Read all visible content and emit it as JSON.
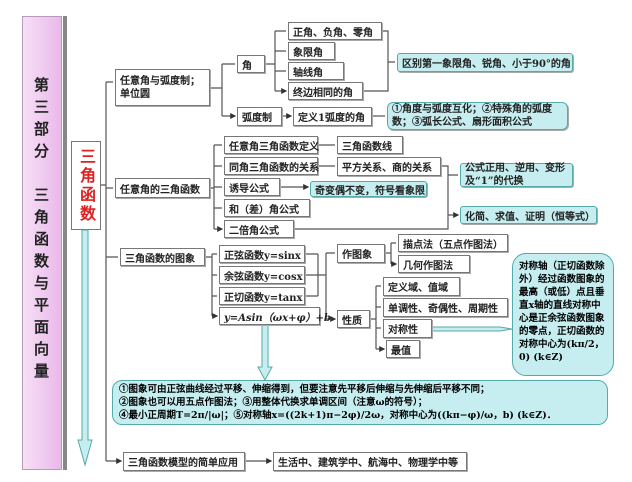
{
  "side_title": "第三部分　三角函数与平面向量",
  "root": "三角函数",
  "b1": {
    "label": "任意角与弧度制；单位圆",
    "angle": "角",
    "angle_children": [
      "正角、负角、零角",
      "象限角",
      "轴线角",
      "终边相同的角"
    ],
    "angle_note": "区别第一象限角、锐角、小于90°的角",
    "radian": "弧度制",
    "radian_def": "定义1弧度的角",
    "radian_note": "①角度与弧度互化；②特殊角的弧度数；③弧长公式、扇形面积公式"
  },
  "b2": {
    "label": "任意角的三角函数",
    "items": [
      "任意角三角函数定义",
      "同角三角函数的关系",
      "诱导公式",
      "和（差）角公式",
      "二倍角公式"
    ],
    "def_next": "三角函数线",
    "rel_next": "平方关系、商的关系",
    "induce_note": "奇变偶不变，符号看象限",
    "uses": [
      "公式正用、逆用、变形及“1”的代换",
      "化简、求值、证明（恒等式）"
    ]
  },
  "b3": {
    "label": "三角函数的图象",
    "funcs": [
      "正弦函数y=sinx",
      "余弦函数y=cosx",
      "正切函数y=tanx",
      "y=Asin（ωx+φ）+b"
    ],
    "draw": "作图象",
    "draw_methods": [
      "描点法（五点作图法）",
      "几何作图法"
    ],
    "props": "性质",
    "prop_items": [
      "定义域、值域",
      "单调性、奇偶性、周期性",
      "对称性",
      "最值"
    ],
    "sym_note": "对称轴（正切函数除外）经过函数图象的最高（或低）点且垂直x轴的直线对称中心是正余弦函数图象的零点，正切函数的对称中心为(kπ/2，0) (k∈Z)",
    "asin_notes": [
      "①图象可由正弦曲线经过平移、伸缩得到，但要注意先平移后伸缩与先伸缩后平移不同；",
      "②图象也可以用五点作图法；③用整体代换求单调区间（注意ω的符号）；",
      "④最小正周期T=2π/|ω|；⑤对称轴x=((2k+1)π−2φ)/2ω，对称中心为((kπ−φ)/ω，b) (k∈Z)．"
    ]
  },
  "b4": {
    "label": "三角函数模型的简单应用",
    "next": "生活中、建筑学中、航海中、物理学中等"
  }
}
